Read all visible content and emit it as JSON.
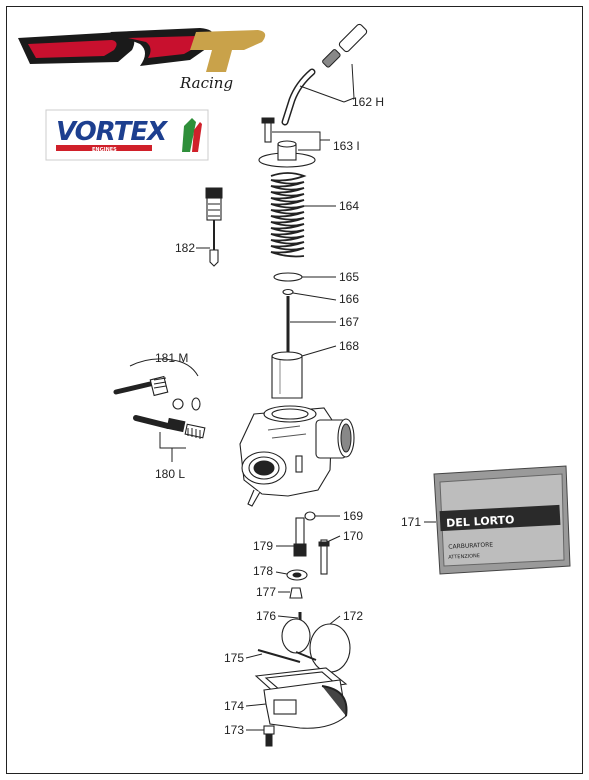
{
  "logos": {
    "racing_word": "Racing",
    "vortex_word": "VORTEX",
    "vortex_sub": "ENGINES",
    "dellorto_word": "DEL LORTO",
    "bag_line1": "CARBURATORE",
    "bag_line2": "ATTENZIONE"
  },
  "colors": {
    "drr_black": "#1a1a1a",
    "drr_red": "#c8102e",
    "drr_gold": "#c9a24a",
    "vortex_blue": "#1d3f8f",
    "vortex_red": "#d0202a",
    "vortex_green": "#2f8f3a"
  },
  "labels": {
    "p162": "162 H",
    "p163": "163 I",
    "p164": "164",
    "p165": "165",
    "p166": "166",
    "p167": "167",
    "p168": "168",
    "p169": "169",
    "p170": "170",
    "p171": "171",
    "p172": "172",
    "p173": "173",
    "p174": "174",
    "p175": "175",
    "p176": "176",
    "p177": "177",
    "p178": "178",
    "p179": "179",
    "p180": "180 L",
    "p181": "181 M",
    "p182": "182"
  }
}
